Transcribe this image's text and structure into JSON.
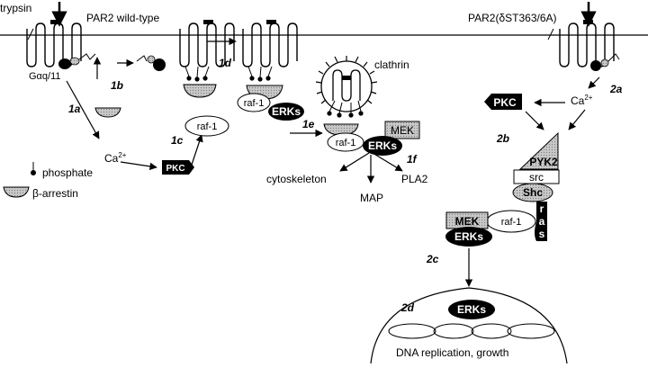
{
  "labels": {
    "trypsin": "trypsin",
    "par2_wt": "PAR2 wild-type",
    "par2_mut": "PAR2(δST363/6A)",
    "gaq": "Gαq/11",
    "clathrin": "clathrin",
    "phosphate": "phosphate",
    "b_arrestin": "β-arrestin",
    "ca_left": "Ca",
    "ca_left_sup": "2+",
    "ca_right": "Ca",
    "ca_right_sup": "2+",
    "cytoskeleton": "cytoskeleton",
    "map": "MAP",
    "pla2": "PLA2",
    "dna": "DNA replication, growth"
  },
  "steps": {
    "s1a": "1a",
    "s1b": "1b",
    "s1c": "1c",
    "s1d": "1d",
    "s1e": "1e",
    "s1f": "1f",
    "s2a": "2a",
    "s2b": "2b",
    "s2c": "2c",
    "s2d": "2d"
  },
  "proteins": {
    "raf1_c": "raf-1",
    "pkc_left": "PKC",
    "raf1_d": "raf-1",
    "erks_d": "ERKs",
    "mek_e": "MEK",
    "raf1_e": "raf-1",
    "erks_e": "ERKs",
    "pkc_right": "PKC",
    "pyk2": "PYK2",
    "src": "src",
    "shc": "Shc",
    "ras_r": "r",
    "ras_a": "a",
    "ras_s": "s",
    "raf1_2": "raf-1",
    "mek_2": "MEK",
    "erks_2": "ERKs",
    "erks_nuc": "ERKs"
  }
}
